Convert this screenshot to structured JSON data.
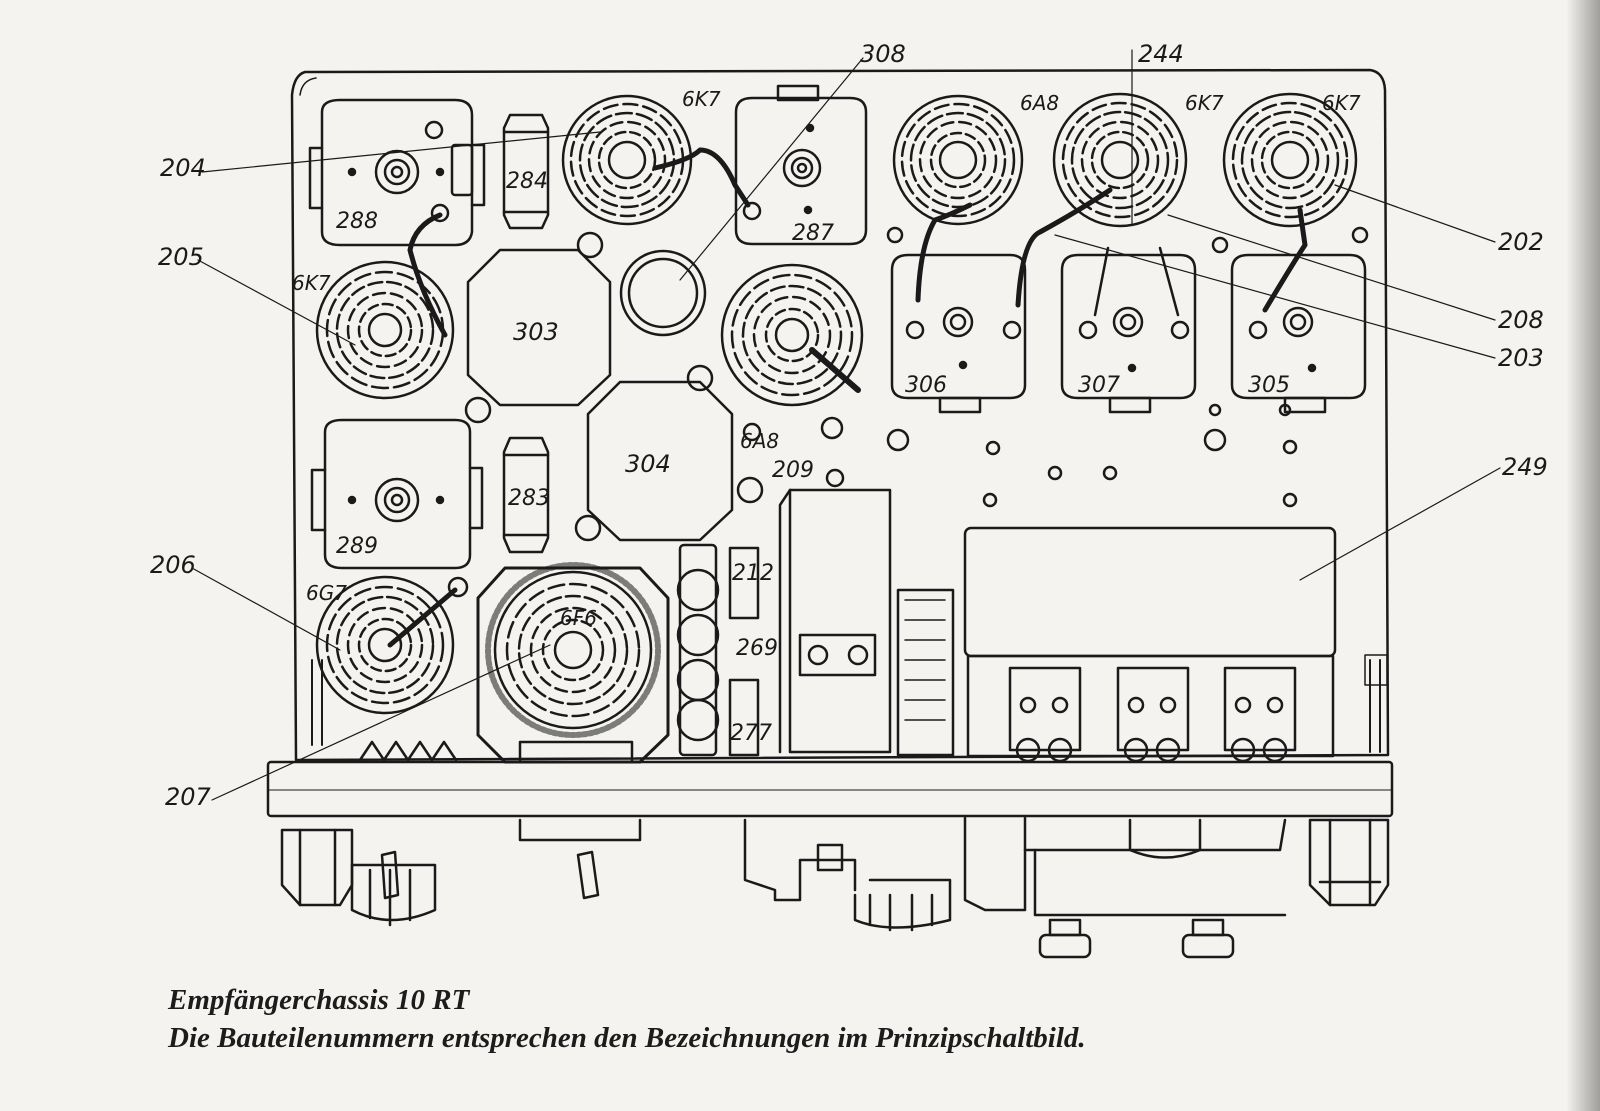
{
  "caption": {
    "title": "Empfängerchassis 10 RT",
    "subtitle": "Die Bauteilenummern entsprechen den Bezeichnungen im Prinzipschaltbild."
  },
  "callouts": {
    "c308": "308",
    "c244": "244",
    "c204": "204",
    "c205": "205",
    "c206": "206",
    "c207": "207",
    "c202": "202",
    "c208": "208",
    "c203": "203",
    "c249": "249"
  },
  "tubes": {
    "t_6k7_a": "6K7",
    "t_6a8_a": "6A8",
    "t_6k7_b": "6K7",
    "t_6k7_c": "6K7",
    "t_6k7_d": "6K7",
    "t_6a8_b": "6A8",
    "t_6g7": "6G7",
    "t_6f6": "6F6"
  },
  "parts": {
    "p288": "288",
    "p284": "284",
    "p287": "287",
    "p303": "303",
    "p304": "304",
    "p289": "289",
    "p283": "283",
    "p306": "306",
    "p307": "307",
    "p305": "305",
    "p209": "209",
    "p212": "212",
    "p269": "269",
    "p277": "277"
  },
  "colors": {
    "ink": "#1a1a1a",
    "paper": "#f4f3ef"
  }
}
